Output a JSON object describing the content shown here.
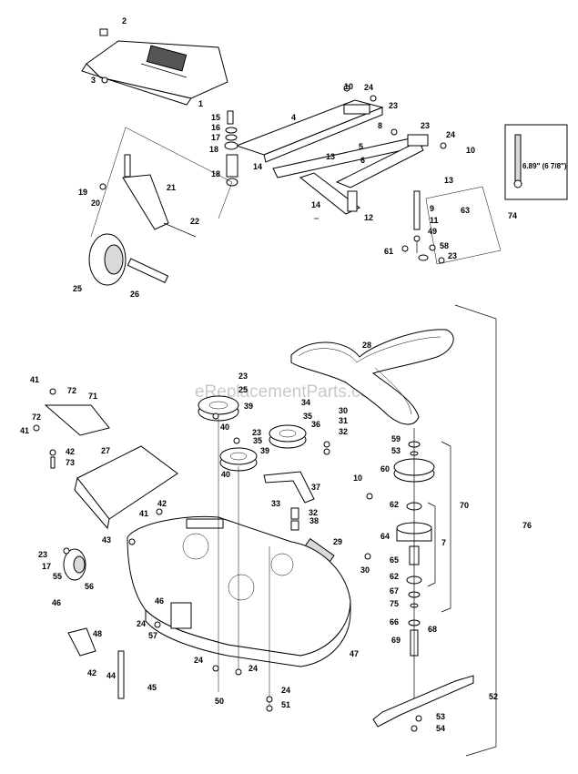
{
  "watermark": "eReplacementParts.com",
  "callout": {
    "text": "6.89\" (6 7/8\")"
  },
  "labels": [
    "2",
    "3",
    "1",
    "10",
    "24",
    "23",
    "4",
    "8",
    "23",
    "24",
    "10",
    "15",
    "16",
    "17",
    "18",
    "13",
    "5",
    "6",
    "14",
    "18",
    "19",
    "20",
    "21",
    "22",
    "13",
    "9",
    "11",
    "49",
    "63",
    "74",
    "14",
    "12",
    "61",
    "58",
    "23",
    "25",
    "26",
    "28",
    "23",
    "25",
    "39",
    "34",
    "35",
    "36",
    "23",
    "35",
    "39",
    "30",
    "31",
    "32",
    "40",
    "40",
    "41",
    "72",
    "71",
    "72",
    "41",
    "42",
    "73",
    "27",
    "42",
    "41",
    "43",
    "32",
    "33",
    "37",
    "38",
    "29",
    "59",
    "53",
    "60",
    "10",
    "62",
    "64",
    "65",
    "62",
    "67",
    "75",
    "66",
    "69",
    "68",
    "70",
    "7",
    "76",
    "30",
    "23",
    "17",
    "55",
    "56",
    "46",
    "46",
    "24",
    "57",
    "48",
    "42",
    "44",
    "45",
    "47",
    "24",
    "50",
    "24",
    "24",
    "51",
    "52",
    "53",
    "54"
  ]
}
